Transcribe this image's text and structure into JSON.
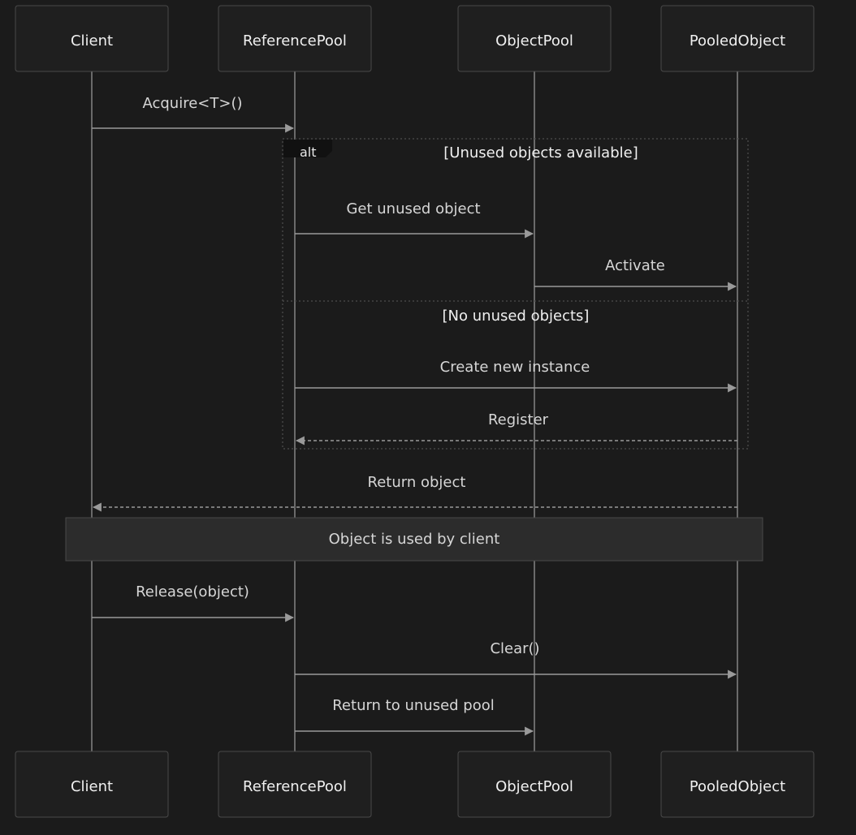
{
  "actors": [
    {
      "id": "client",
      "label": "Client"
    },
    {
      "id": "referencepool",
      "label": "ReferencePool"
    },
    {
      "id": "objectpool",
      "label": "ObjectPool"
    },
    {
      "id": "pooledobject",
      "label": "PooledObject"
    }
  ],
  "messages": [
    {
      "id": "acquire",
      "from": "client",
      "to": "referencepool",
      "label": "Acquire<T>()",
      "style": "solid"
    },
    {
      "id": "get-unused-object",
      "from": "referencepool",
      "to": "objectpool",
      "label": "Get unused object",
      "style": "solid"
    },
    {
      "id": "activate",
      "from": "objectpool",
      "to": "pooledobject",
      "label": "Activate",
      "style": "solid"
    },
    {
      "id": "create-new-instance",
      "from": "referencepool",
      "to": "pooledobject",
      "label": "Create new instance",
      "style": "solid"
    },
    {
      "id": "register",
      "from": "pooledobject",
      "to": "referencepool",
      "label": "Register",
      "style": "dashed"
    },
    {
      "id": "return-object",
      "from": "pooledobject",
      "to": "client",
      "label": "Return object",
      "style": "dashed"
    },
    {
      "id": "release",
      "from": "client",
      "to": "referencepool",
      "label": "Release(object)",
      "style": "solid"
    },
    {
      "id": "clear",
      "from": "referencepool",
      "to": "pooledobject",
      "label": "Clear()",
      "style": "solid"
    },
    {
      "id": "return-to-unused-pool",
      "from": "referencepool",
      "to": "objectpool",
      "label": "Return to unused pool",
      "style": "solid"
    }
  ],
  "alt_frame": {
    "operator": "alt",
    "conditions": [
      "[Unused objects available]",
      "[No unused objects]"
    ]
  },
  "note": {
    "text": "Object is used by client"
  },
  "colors": {
    "background": "#1b1b1b",
    "actor_fill": "#1f1f1f",
    "line": "#9a9a9a",
    "text": "#d6d6d6"
  }
}
